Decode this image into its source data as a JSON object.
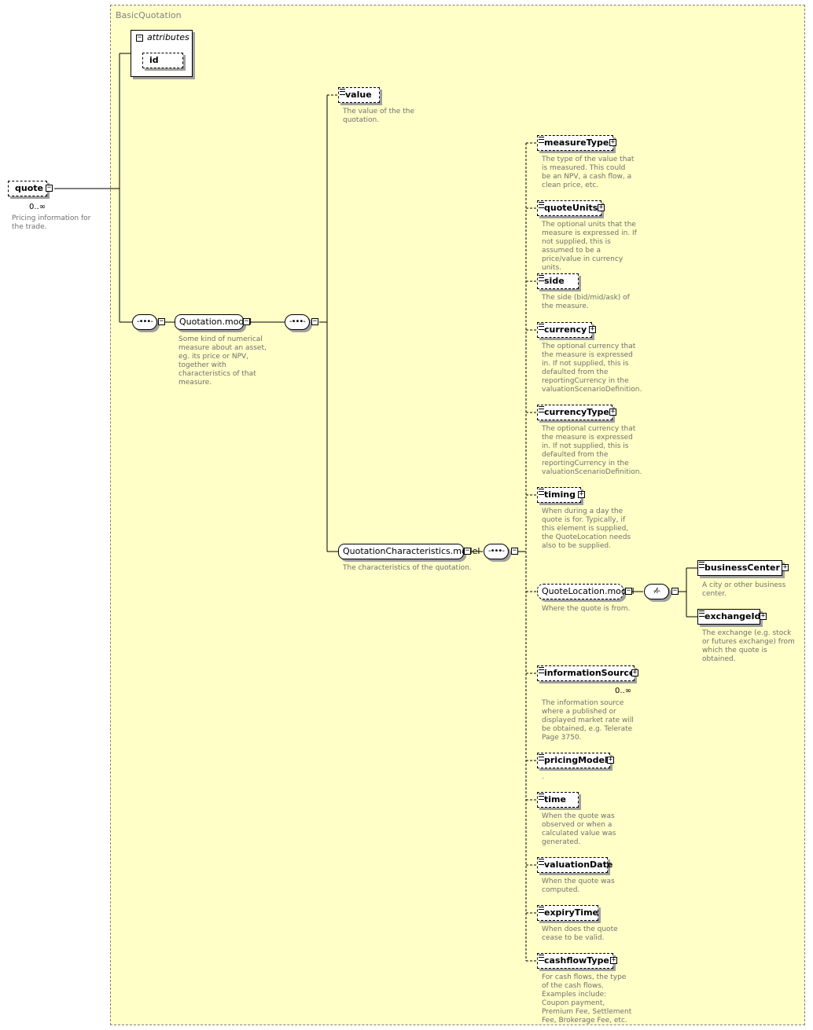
{
  "panel_title": "BasicQuotation",
  "attributes": {
    "title": "attributes",
    "items": [
      "id"
    ]
  },
  "root": {
    "name": "quote",
    "occurrence": "0..∞",
    "description": "Pricing information for the trade."
  },
  "quotation_model": {
    "name": "Quotation.model",
    "description": "Some kind of numerical measure about an asset, eg. its price or NPV, together with characteristics of that measure."
  },
  "value": {
    "name": "value",
    "description": "The value of the the quotation."
  },
  "characteristics_model": {
    "name": "QuotationCharacteristics.model",
    "description": "The characteristics of the quotation."
  },
  "elements": {
    "measureType": {
      "name": "measureType",
      "description": "The type of the value that is measured. This could be an NPV, a cash flow, a clean price, etc."
    },
    "quoteUnits": {
      "name": "quoteUnits",
      "description": "The optional units that the measure is expressed in. If not supplied, this is assumed to be a price/value in currency units."
    },
    "side": {
      "name": "side",
      "description": "The side (bid/mid/ask) of the measure."
    },
    "currency": {
      "name": "currency",
      "description": "The optional currency that the measure is expressed in. If not supplied, this is defaulted from the reportingCurrency in the valuationScenarioDefinition."
    },
    "currencyType": {
      "name": "currencyType",
      "description": "The optional currency that the measure is expressed in. If not supplied, this is defaulted from the reportingCurrency in the valuationScenarioDefinition."
    },
    "timing": {
      "name": "timing",
      "description": "When during a day the quote is for. Typically, if this element is supplied, the QuoteLocation needs also to be supplied."
    },
    "quoteLocation": {
      "name": "QuoteLocation.model",
      "description": "Where the quote is from."
    },
    "informationSource": {
      "name": "informationSource",
      "occurrence": "0..∞",
      "description": "The information source where a published or displayed market rate will be obtained, e.g. Telerate Page 3750."
    },
    "pricingModel": {
      "name": "pricingModel",
      "description": "."
    },
    "time": {
      "name": "time",
      "description": "When the quote was observed or when a calculated value was generated."
    },
    "valuationDate": {
      "name": "valuationDate",
      "description": "When the quote was computed."
    },
    "expiryTime": {
      "name": "expiryTime",
      "description": "When does the quote cease to be valid."
    },
    "cashflowType": {
      "name": "cashflowType",
      "description": "For cash flows, the type of the cash flows. Examples include: Coupon payment, Premium Fee, Settlement Fee, Brokerage Fee, etc."
    }
  },
  "location_choice": {
    "businessCenter": {
      "name": "businessCenter",
      "description": "A city or other business center."
    },
    "exchangeId": {
      "name": "exchangeId",
      "description": "The exchange (e.g. stock or futures exchange) from which the quote is obtained."
    }
  },
  "icons": {
    "expand": "plus-box-icon",
    "collapse": "minus-box-icon",
    "sequence": "sequence-compositor-icon",
    "choice": "choice-compositor-icon"
  }
}
